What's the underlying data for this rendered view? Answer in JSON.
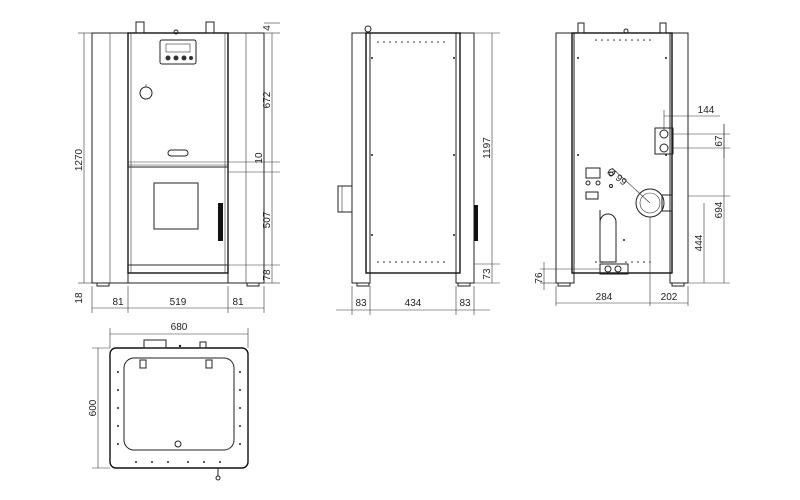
{
  "front_view": {
    "dims": {
      "height_total": "1270",
      "top_offset": "4",
      "upper_panel": "672",
      "gap": "10",
      "door_height": "507",
      "bottom_panel": "78",
      "foot": "18",
      "left_post": "81",
      "center_width": "519",
      "right_post": "81"
    }
  },
  "side_view": {
    "dims": {
      "height": "1197",
      "bottom": "73",
      "left_post": "83",
      "center_width": "434",
      "right_post": "83"
    }
  },
  "rear_view": {
    "dims": {
      "pipe_offset_h": "144",
      "pipe_offset_v": "67",
      "diameter": "Ø 99",
      "flue_height": "694",
      "outlet_height": "444",
      "bottom_conn": "76",
      "flue_from_left": "284",
      "flue_from_right": "202"
    }
  },
  "top_view": {
    "dims": {
      "width": "680",
      "depth": "600"
    }
  }
}
